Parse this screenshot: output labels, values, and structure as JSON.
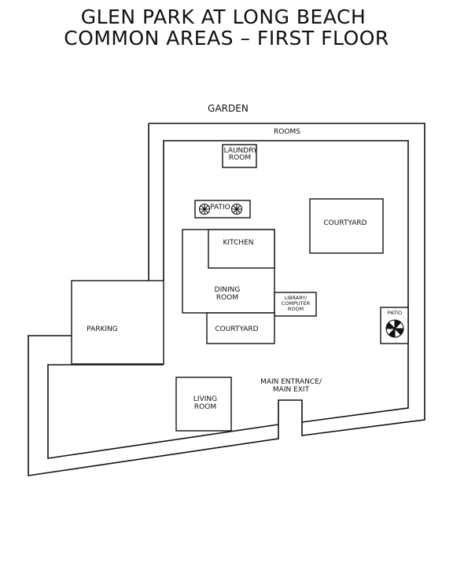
{
  "title": {
    "line1": "GLEN PARK AT LONG BEACH",
    "line2": "COMMON AREAS – FIRST FLOOR"
  },
  "labels": {
    "garden": "GARDEN",
    "rooms": "ROOMS",
    "laundry_1": "LAUNDRY",
    "laundry_2": "ROOM",
    "patio_top": "PATIO",
    "courtyard_right": "COURTYARD",
    "kitchen": "KITCHEN",
    "dining_1": "DINING",
    "dining_2": "ROOM",
    "library_1": "LIBRARY/",
    "library_2": "COMPUTER",
    "library_3": "ROOM",
    "courtyard_center": "COURTYARD",
    "patio_right": "PATIO",
    "parking": "PARKING",
    "main_entrance_1": "MAIN ENTRANCE/",
    "main_entrance_2": "MAIN EXIT",
    "living_1": "LIVING",
    "living_2": "ROOM"
  }
}
